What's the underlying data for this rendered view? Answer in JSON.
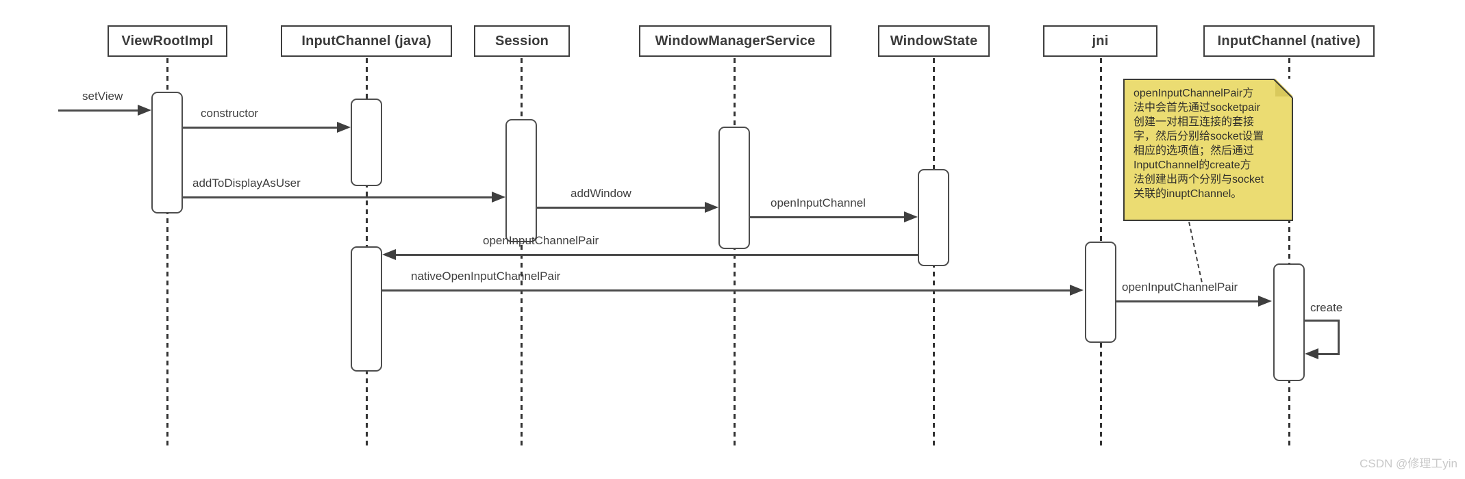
{
  "diagram": {
    "actors": [
      {
        "label": "ViewRootImpl"
      },
      {
        "label": "InputChannel (java)"
      },
      {
        "label": "Session"
      },
      {
        "label": "WindowManagerService"
      },
      {
        "label": "WindowState"
      },
      {
        "label": "jni"
      },
      {
        "label": "InputChannel (native)"
      }
    ],
    "messages": {
      "setview": "setView",
      "constructor": "constructor",
      "add_to_display_as_user": "addToDisplayAsUser",
      "add_window": "addWindow",
      "open_input_channel": "openInputChannel",
      "open_input_channel_pair_return": "openInputChannelPair",
      "native_open_input_channel_pair": "nativeOpenInputChannelPair",
      "open_input_channel_pair_native": "openInputChannelPair",
      "create": "create"
    },
    "note": {
      "lines": [
        "openInputChannelPair方",
        "法中会首先通过socketpair",
        "创建一对相互连接的套接",
        "字，然后分别给socket设置",
        "相应的选项值；然后通过",
        "InputChannel的create方",
        "法创建出两个分别与socket",
        "关联的inuptChannel。"
      ]
    },
    "watermark": "CSDN @修理工yin",
    "colors": {
      "note_fill": "#EBDC72",
      "note_border": "#3B3B35",
      "line": "#4A4A4A"
    }
  }
}
